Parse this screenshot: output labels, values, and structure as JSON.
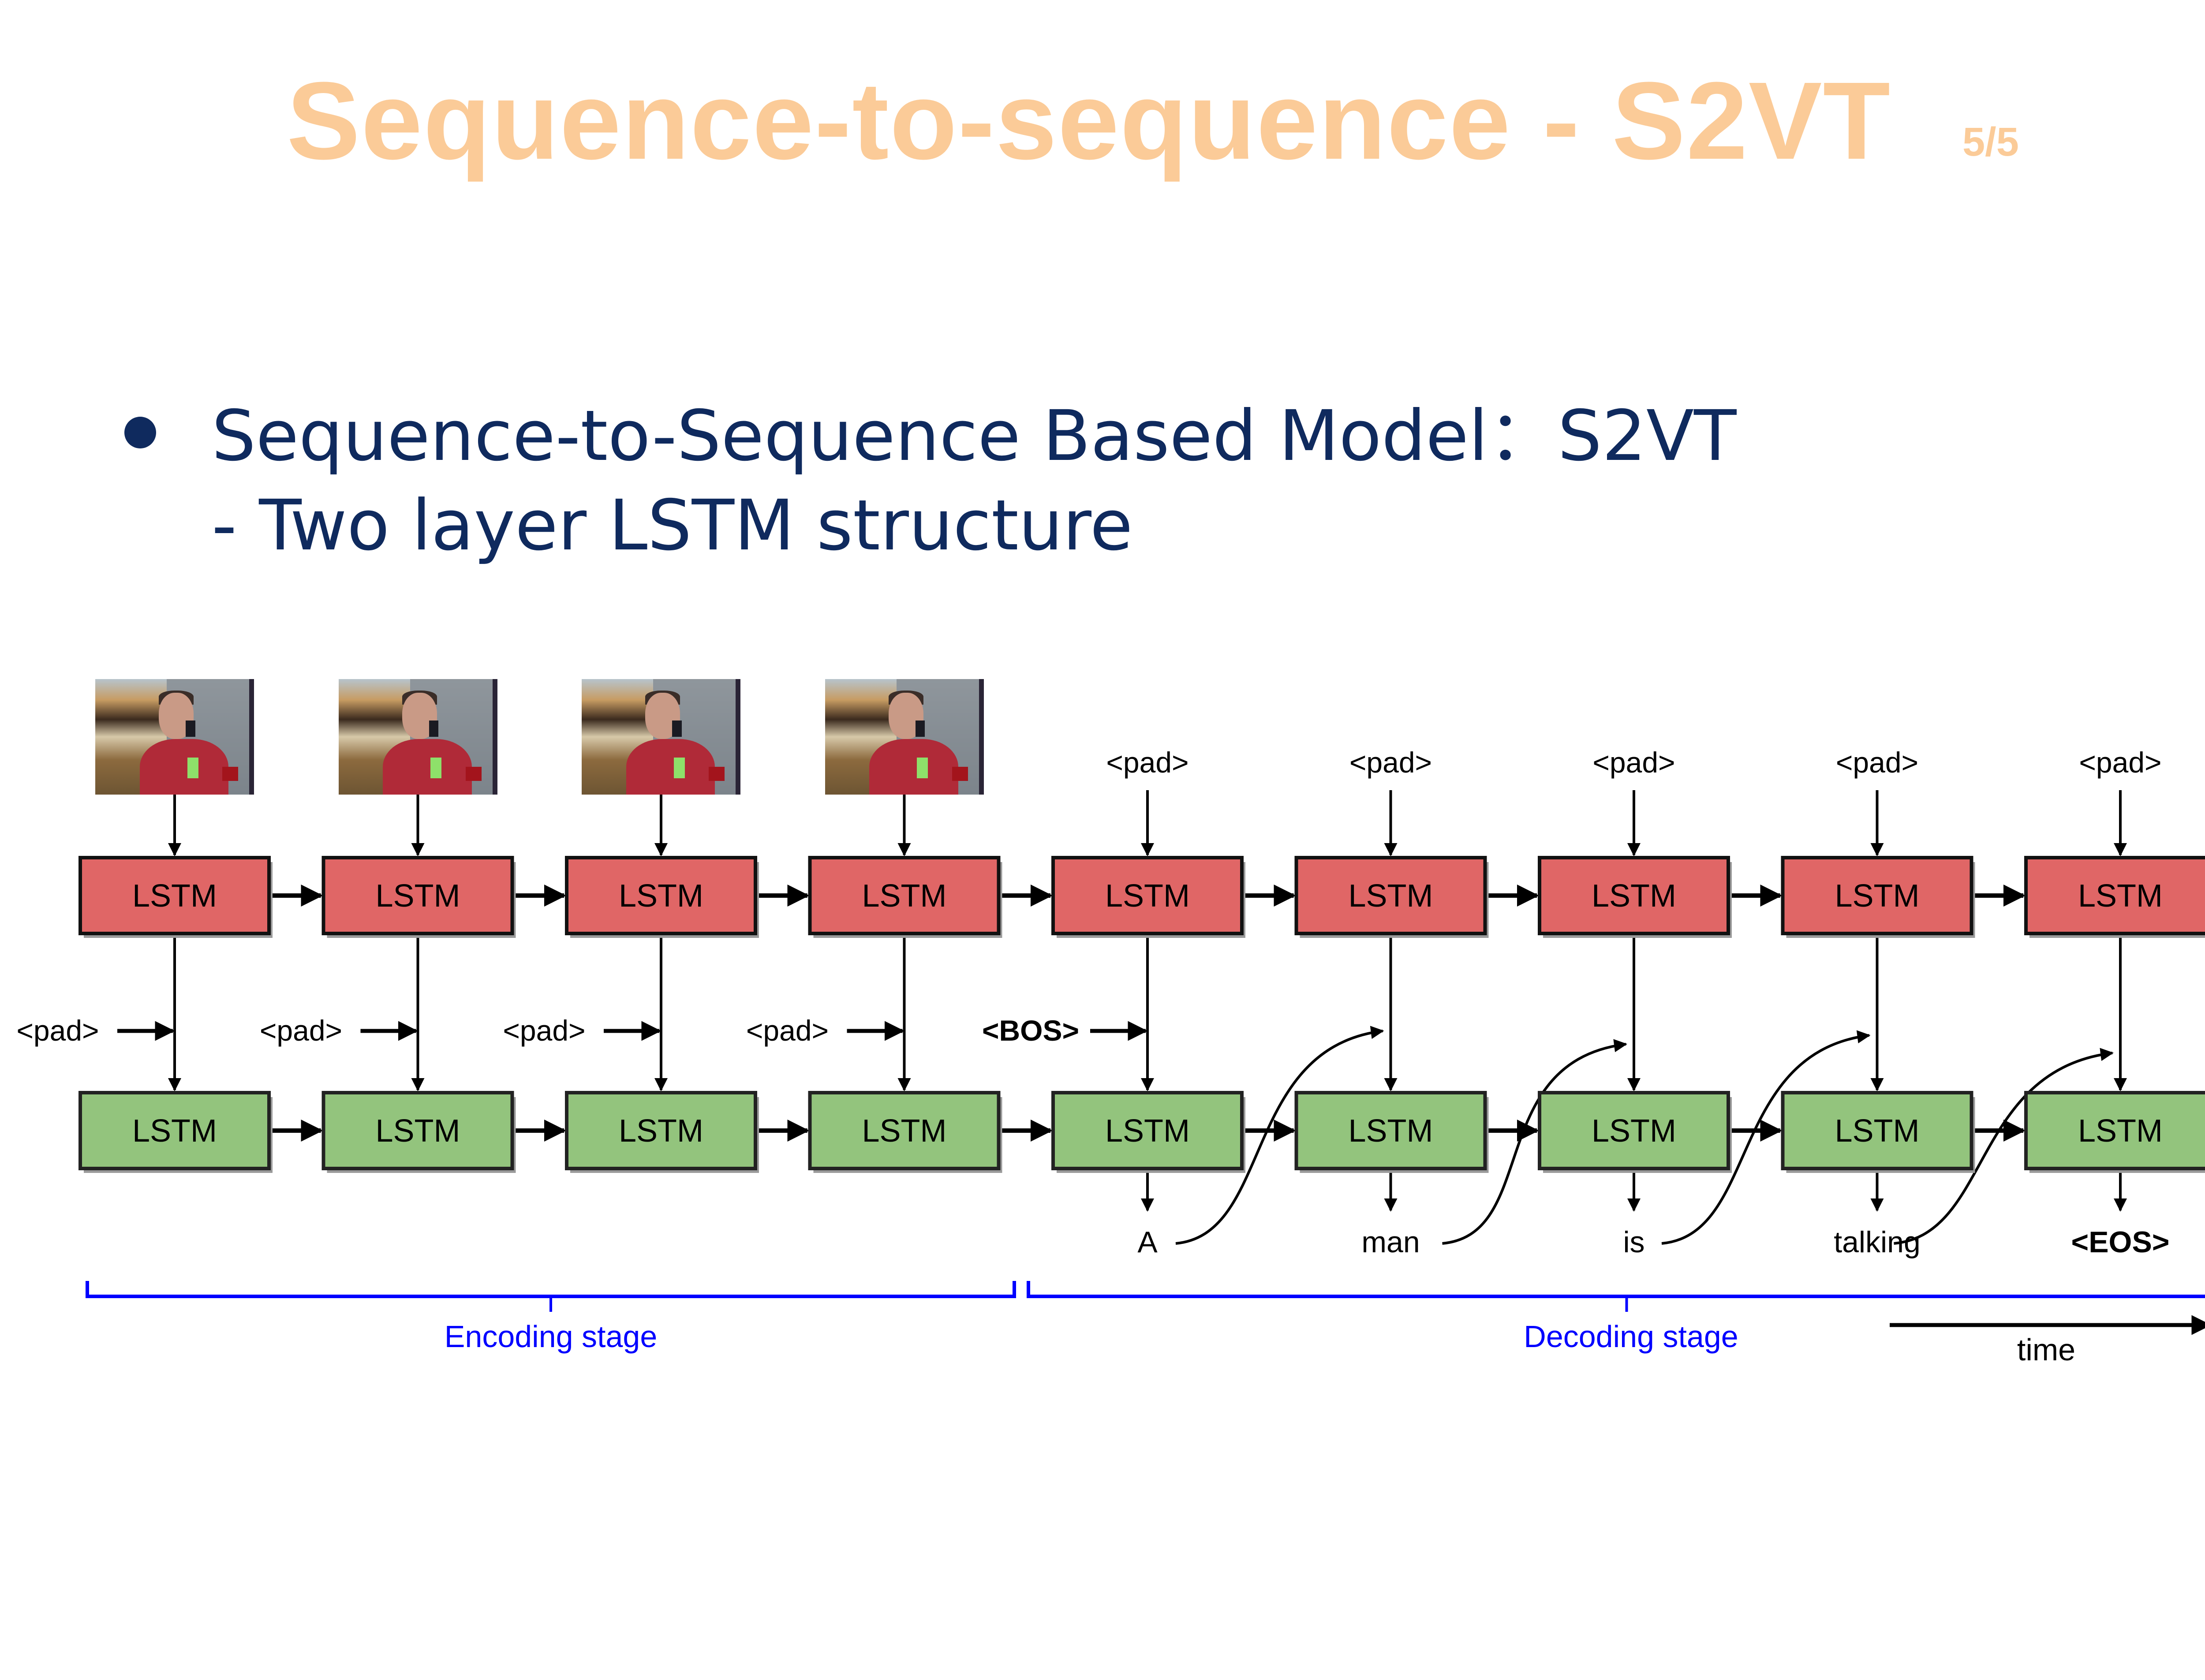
{
  "slide": {
    "title": "Sequence-to-sequence - S2VT",
    "page_indicator": "5/5",
    "bullet_line_1": "Sequence-to-Sequence Based Model：S2VT",
    "bullet_line_2": "- Two layer LSTM  structure"
  },
  "colors": {
    "title": "#FBCB98",
    "body_text": "#0F2A5E",
    "lstm_top_fill": "#E06666",
    "lstm_bottom_fill": "#93C47D",
    "bracket": "#0000FF"
  },
  "diagram": {
    "steps": 9,
    "encoding_steps": 4,
    "cell_label": "LSTM",
    "frame_images": [
      "video-frame-1",
      "video-frame-2",
      "video-frame-3",
      "video-frame-4"
    ],
    "top_inputs": [
      "",
      "",
      "",
      "",
      "<pad>",
      "<pad>",
      "<pad>",
      "<pad>",
      "<pad>"
    ],
    "bottom_side_inputs": [
      "<pad>",
      "<pad>",
      "<pad>",
      "<pad>",
      "<BOS>"
    ],
    "outputs": [
      "",
      "",
      "",
      "",
      "A",
      "man",
      "is",
      "talking",
      "<EOS>"
    ],
    "encoding_label": "Encoding stage",
    "decoding_label": "Decoding stage",
    "time_label": "time"
  }
}
